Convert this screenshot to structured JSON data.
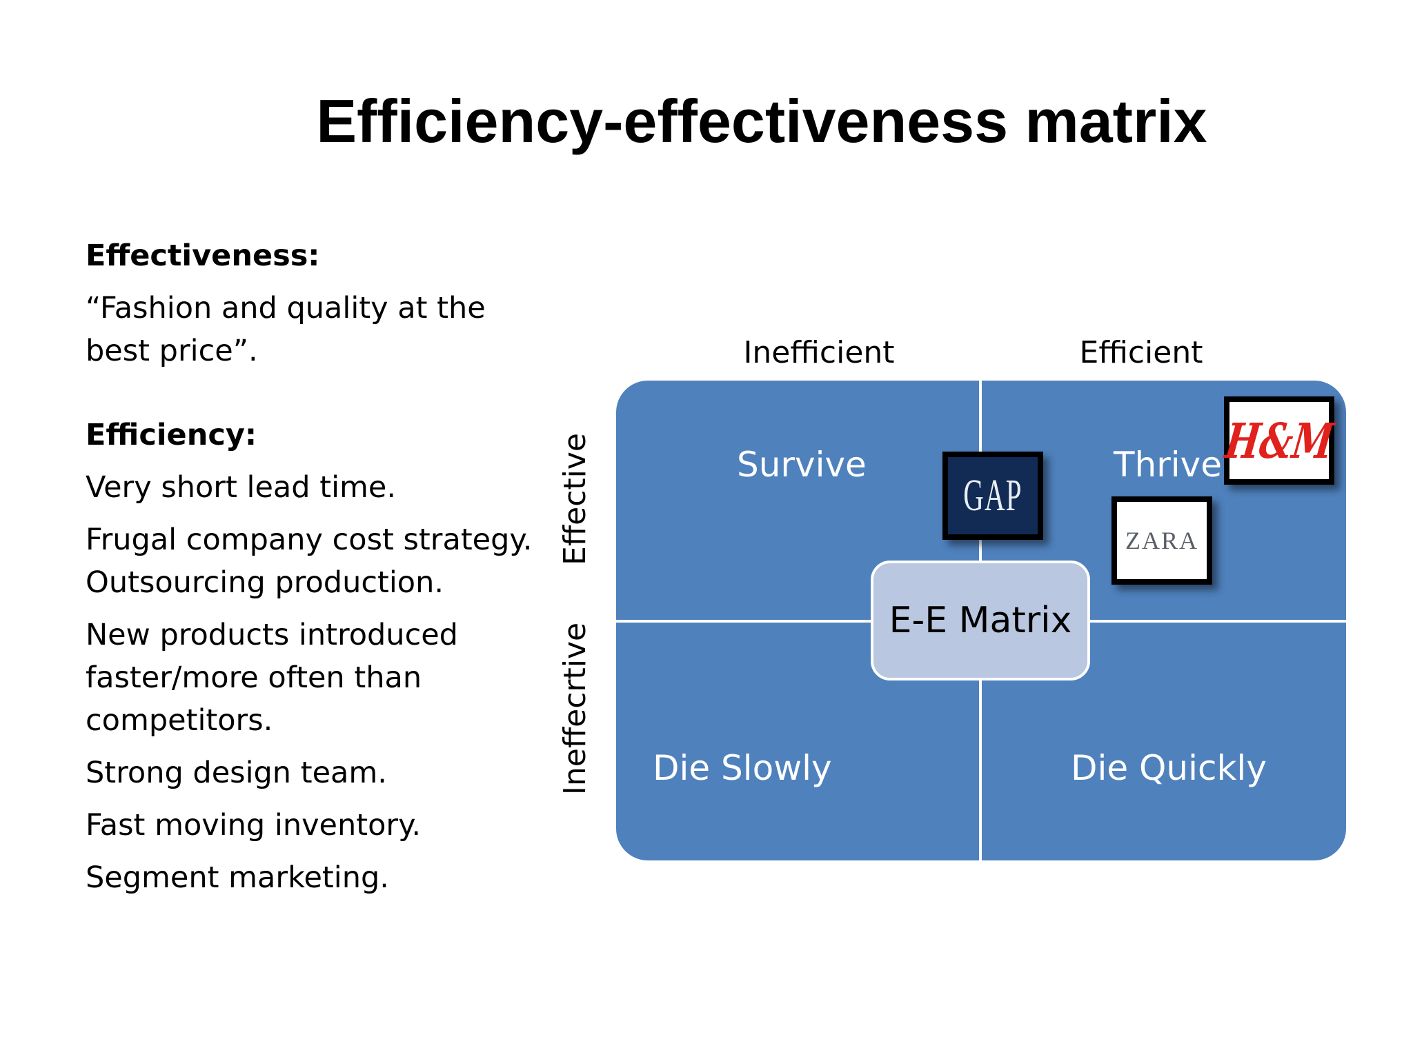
{
  "title": "Efficiency-effectiveness matrix",
  "left_text": {
    "effectiveness_heading": "Effectiveness:",
    "effectiveness_body": "“Fashion and quality at the best price”.",
    "efficiency_heading": "Efficiency:",
    "efficiency_items": [
      "Very short lead time.",
      "Frugal company cost strategy.",
      "Outsourcing production.",
      "New products introduced faster/more often than competitors.",
      "Strong design team.",
      "Fast moving inventory.",
      "Segment marketing."
    ]
  },
  "matrix": {
    "col_labels": [
      "Inefficient",
      "Efficient"
    ],
    "row_labels": [
      "Effective",
      "Ineffecrtive"
    ],
    "quadrants": {
      "top_left": "Survive",
      "top_right": "Thrive",
      "bottom_left": "Die Slowly",
      "bottom_right": "Die Quickly"
    },
    "center_label": "E-E Matrix",
    "color": "#4f81bd",
    "center_color": "#b9c7e0"
  },
  "logos": {
    "gap": "GAP",
    "hm": "H&M",
    "zara": "ZARA"
  }
}
